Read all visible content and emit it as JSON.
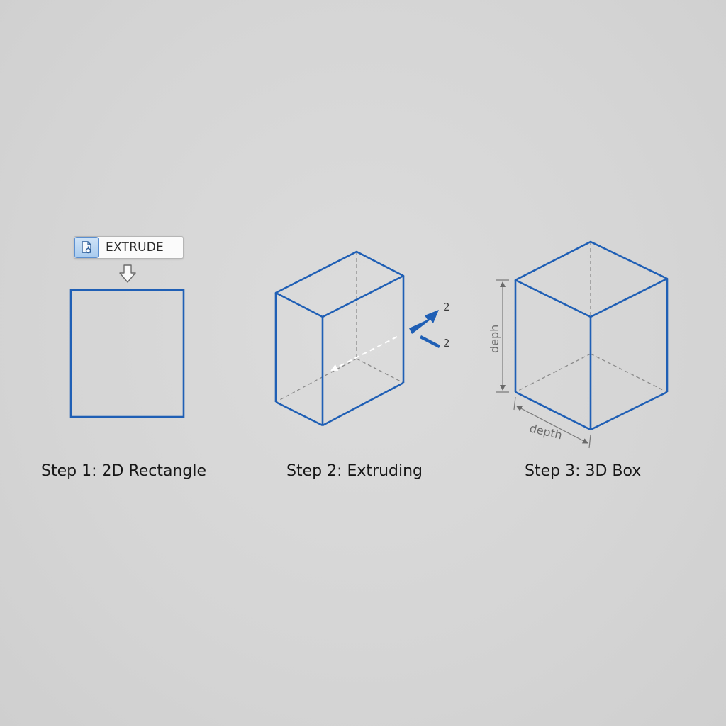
{
  "toolbar": {
    "extrude_label": "EXTRUDE",
    "extrude_icon": "extrude-icon"
  },
  "steps": [
    {
      "caption": "Step 1: 2D Rectangle"
    },
    {
      "caption": "Step 2: Extruding"
    },
    {
      "caption": "Step 3: 3D Box"
    }
  ],
  "step2": {
    "label_top": "2",
    "label_bottom": "2"
  },
  "step3": {
    "dimension_vertical": "deph",
    "dimension_bottom": "depth"
  },
  "colors": {
    "background": "#d6d6d6",
    "edge_blue": "#1f5fb5",
    "hidden_line": "#8a8a8a",
    "text": "#161616",
    "arrow_blue": "#1f5fb5"
  }
}
